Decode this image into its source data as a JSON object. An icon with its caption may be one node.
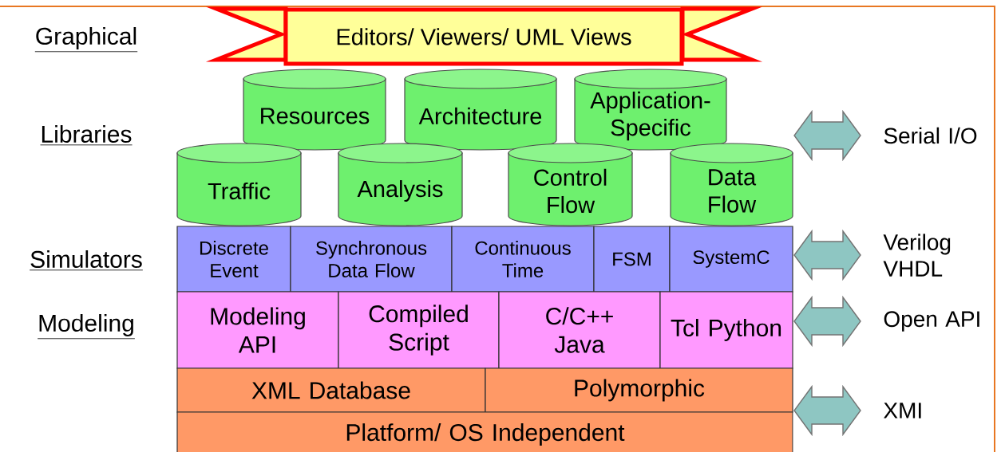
{
  "diagram": {
    "nodes": [
      {
        "text": [
          "Editors/ Viewers/ UML Views"
        ]
      },
      {
        "text": [
          "Resources"
        ]
      },
      {
        "text": [
          "Architecture"
        ]
      },
      {
        "text": [
          "Application-Specific"
        ]
      },
      {
        "text": [
          "Traffic"
        ]
      },
      {
        "text": [
          "Analysis"
        ]
      },
      {
        "text": [
          "Control Flow"
        ]
      },
      {
        "text": [
          "Data Flow"
        ]
      },
      {
        "text": [
          "Discrete Event"
        ]
      },
      {
        "text": [
          "Synchronous Data Flow"
        ]
      },
      {
        "text": [
          "Continuous Time"
        ]
      },
      {
        "text": [
          "FSM"
        ]
      },
      {
        "text": [
          "SystemC"
        ]
      },
      {
        "text": [
          "Modeling API"
        ]
      },
      {
        "text": [
          "Compiled Script"
        ]
      },
      {
        "text": [
          "C/C++ Java"
        ]
      },
      {
        "text": [
          "Tcl Python"
        ]
      },
      {
        "text": [
          "XML Database"
        ]
      },
      {
        "text": [
          "Polymorphic"
        ]
      },
      {
        "text": [
          "Platform/ OS Independent"
        ]
      },
      {
        "text": [
          "Serial I/O"
        ]
      },
      {
        "text": [
          "Verilog VHDL"
        ]
      },
      {
        "text": [
          "Open API"
        ]
      },
      {
        "text": [
          "XMI"
        ]
      }
    ],
    "edges": [
      {
        "from": null,
        "to": 20,
        "arrow": "both"
      },
      {
        "from": null,
        "to": 21,
        "arrow": "both"
      },
      {
        "from": null,
        "to": 22,
        "arrow": "both"
      },
      {
        "from": null,
        "to": 23,
        "arrow": "both"
      }
    ],
    "labels": [
      "Graphical",
      "Libraries",
      "Simulators",
      "Modeling"
    ]
  }
}
